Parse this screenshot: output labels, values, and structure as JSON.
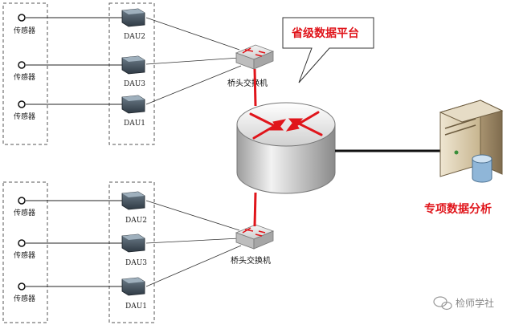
{
  "platform_label": "省级数据平台",
  "analysis_label": "专项数据分析",
  "watermark": "检师学社",
  "groups": [
    {
      "sensors": [
        "传感器",
        "传感器",
        "传感器"
      ],
      "daus": [
        "DAU2",
        "DAU3",
        "DAU1"
      ],
      "switch_label": "桥头交换机"
    },
    {
      "sensors": [
        "传感器",
        "传感器",
        "传感器"
      ],
      "daus": [
        "DAU2",
        "DAU3",
        "DAU1"
      ],
      "switch_label": "桥头交换机"
    }
  ],
  "colors": {
    "red_link": "#e0151b",
    "box_dash": "#555555",
    "router_body": "#d9d9d9",
    "server": "#c9b899"
  }
}
